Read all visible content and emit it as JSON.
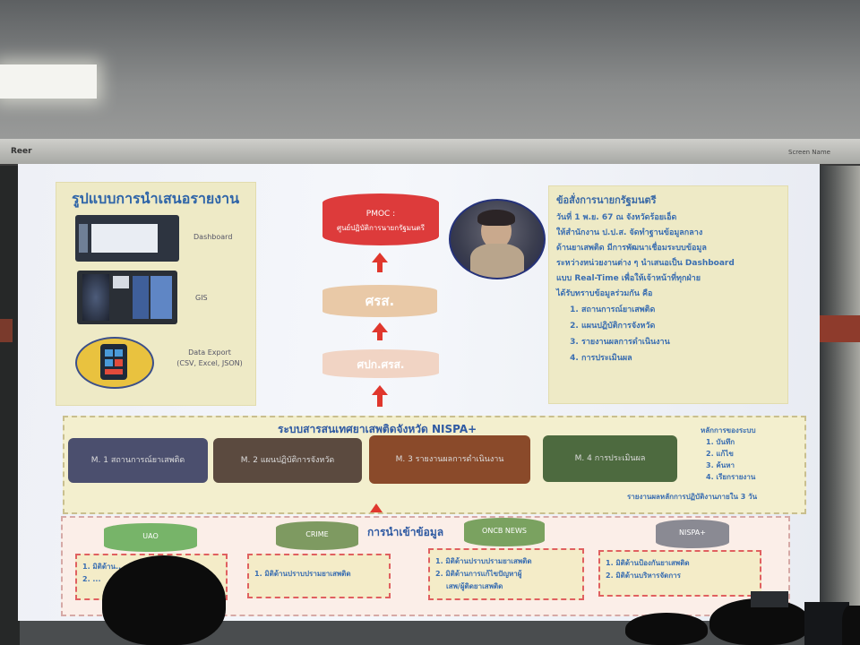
{
  "projector": {
    "brand": "Reer",
    "right_label": "Screen Name"
  },
  "slide": {
    "left_panel": {
      "title": "รูปแบบการนำเสนอรายงาน",
      "items": [
        {
          "label": "Dashboard"
        },
        {
          "label": "GIS"
        },
        {
          "label": "Data Export\n(CSV, Excel, JSON)"
        }
      ]
    },
    "flow": {
      "top": {
        "line1": "PMOC :",
        "line2": "ศูนย์ปฏิบัติการนายกรัฐมนตรี"
      },
      "middle": "ศรส.",
      "bottom": "ศปก.ศรส."
    },
    "order": {
      "heading": "ข้อสั่งการนายกรัฐมนตรี",
      "lines": [
        "วันที่ 1 พ.ย. 67 ณ จังหวัดร้อยเอ็ด",
        "ให้สำนักงาน ป.ป.ส. จัดทำฐานข้อมูลกลาง",
        "ด้านยาเสพติด มีการพัฒนาเชื่อมระบบข้อมูล",
        "ระหว่างหน่วยงานต่าง ๆ นำเสนอเป็น Dashboard",
        "แบบ Real-Time เพื่อให้เจ้าหน้าที่ทุกฝ่าย",
        "ได้รับทราบข้อมูลร่วมกัน คือ"
      ],
      "items": [
        "สถานการณ์ยาเสพติด",
        "แผนปฏิบัติการจังหวัด",
        "รายงานผลการดำเนินงาน",
        "การประเมินผล"
      ]
    },
    "nispa": {
      "title": "ระบบสารสนเทศยาเสพติดจังหวัด NISPA+",
      "modules": [
        {
          "label": "M. 1 สถานการณ์ยาเสพติด",
          "color": "#4b4f6e"
        },
        {
          "label": "M. 2 แผนปฏิบัติการจังหวัด",
          "color": "#5b4a3f"
        },
        {
          "label": "M. 3 รายงานผลการดำเนินงาน",
          "color": "#8a4a2a"
        },
        {
          "label": "M. 4 การประเมินผล",
          "color": "#4d6a3f"
        }
      ],
      "side_title": "หลักการของระบบ",
      "side_items": [
        "1. บันทึก",
        "2. แก้ไข",
        "3. ค้นหา",
        "4. เรียกรายงาน"
      ],
      "footer": "รายงานผลหลักการปฏิบัติงานภายใน 3 วัน"
    },
    "import": {
      "title": "การนำเข้าข้อมูล",
      "sources": [
        {
          "label": "UAO",
          "color": "#77b469"
        },
        {
          "label": "CRIME",
          "color": "#7e9a61"
        },
        {
          "label": "ONCB NEWS",
          "color": "#7aa260"
        },
        {
          "label": "NISPA+",
          "color": "#8a8a93"
        }
      ],
      "boxes": [
        [
          "1. มิติด้าน...",
          "2. ..."
        ],
        [
          "1. มิติด้านปราบปรามยาเสพติด"
        ],
        [
          "1. มิติด้านปราบปรามยาเสพติด",
          "2. มิติด้านการแก้ไขปัญหาผู้",
          "เสพ/ผู้ติดยาเสพติด"
        ],
        [
          "1. มิติด้านป้องกันยาเสพติด",
          "2. มิติด้านบริหารจัดการ"
        ]
      ]
    }
  }
}
